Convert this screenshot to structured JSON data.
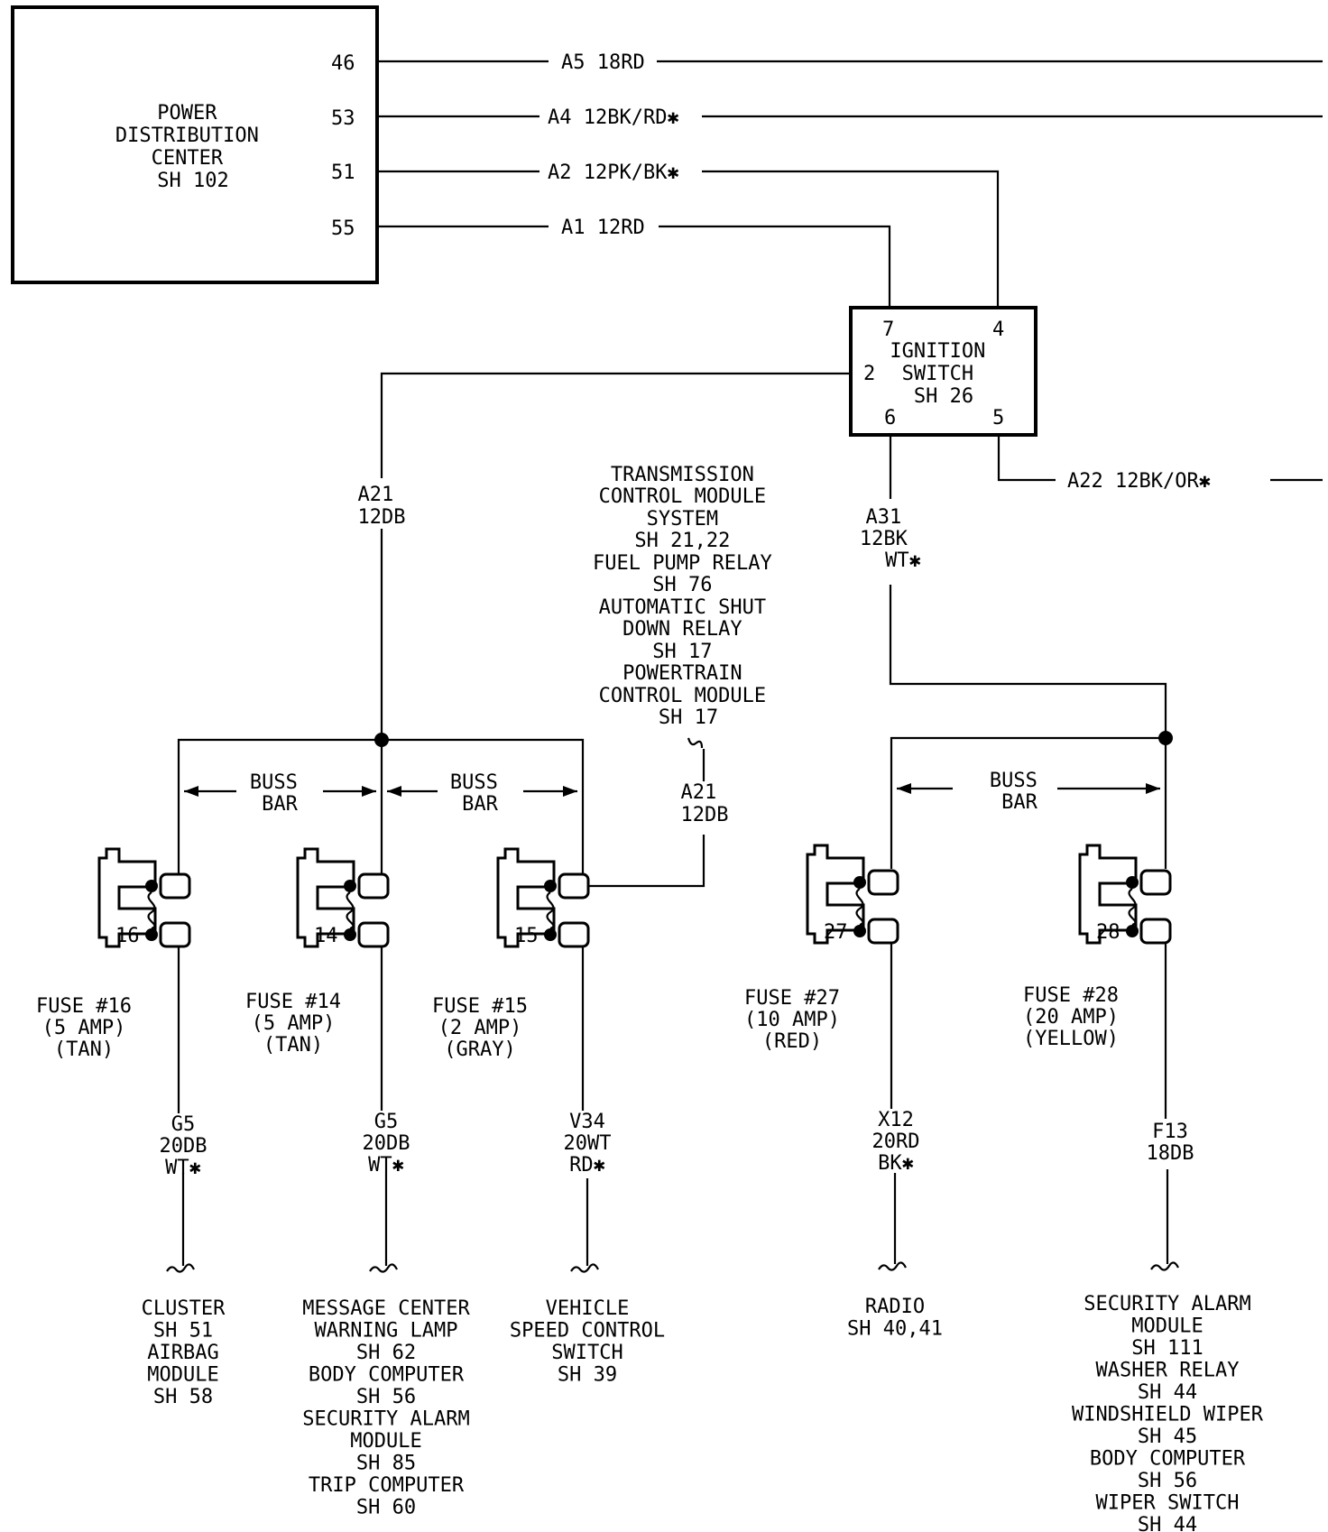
{
  "pdc": {
    "lines": [
      "POWER",
      "DISTRIBUTION",
      "CENTER",
      "SH 102"
    ],
    "pins": [
      "46",
      "53",
      "51",
      "55"
    ]
  },
  "wires": {
    "a5": "A5  18RD",
    "a4": "A4  12BK/RD✱",
    "a2": "A2  12PK/BK✱",
    "a1": "A1  12RD",
    "a22": "A22  12BK/OR✱",
    "a21_left": [
      "A21",
      "12DB"
    ],
    "a31": [
      "A31",
      "12BK",
      "WT✱"
    ],
    "a21_mid": [
      "A21",
      "12DB"
    ]
  },
  "ignition": {
    "lines": [
      "IGNITION",
      "SWITCH",
      "SH 26"
    ],
    "pins": {
      "p7": "7",
      "p4": "4",
      "p2": "2",
      "p6": "6",
      "p5": "5"
    }
  },
  "transmission_note": [
    "TRANSMISSION",
    "CONTROL MODULE",
    "SYSTEM",
    "SH 21,22",
    "FUEL PUMP RELAY",
    "SH 76",
    "AUTOMATIC SHUT",
    "DOWN RELAY",
    "SH 17",
    "POWERTRAIN",
    "CONTROL MODULE",
    "SH 17"
  ],
  "buss_bars": {
    "left1": [
      "BUSS",
      "BAR"
    ],
    "left2": [
      "BUSS",
      "BAR"
    ],
    "right": [
      "BUSS",
      "BAR"
    ]
  },
  "fuses": [
    {
      "num": "16",
      "label": [
        "FUSE #16",
        "(5 AMP)",
        "(TAN)"
      ]
    },
    {
      "num": "14",
      "label": [
        "FUSE #14",
        "(5 AMP)",
        "(TAN)"
      ]
    },
    {
      "num": "15",
      "label": [
        "FUSE #15",
        "(2 AMP)",
        "(GRAY)"
      ]
    },
    {
      "num": "27",
      "label": [
        "FUSE #27",
        "(10 AMP)",
        "(RED)"
      ]
    },
    {
      "num": "28",
      "label": [
        "FUSE #28",
        "(20 AMP)",
        "(YELLOW)"
      ]
    }
  ],
  "outputs": [
    {
      "wire": [
        "G5",
        "20DB",
        "WT✱"
      ],
      "dest": [
        "CLUSTER",
        "SH 51",
        "AIRBAG",
        "MODULE",
        "SH 58"
      ]
    },
    {
      "wire": [
        "G5",
        "20DB",
        "WT✱"
      ],
      "dest": [
        "MESSAGE CENTER",
        "WARNING LAMP",
        "SH 62",
        "BODY COMPUTER",
        "SH 56",
        "SECURITY ALARM",
        "MODULE",
        "SH 85",
        "TRIP COMPUTER",
        "SH 60"
      ]
    },
    {
      "wire": [
        "V34",
        "20WT",
        "RD✱"
      ],
      "dest": [
        "VEHICLE",
        "SPEED CONTROL",
        "SWITCH",
        "SH 39"
      ]
    },
    {
      "wire": [
        "X12",
        "20RD",
        "BK✱"
      ],
      "dest": [
        "RADIO",
        "SH 40,41"
      ]
    },
    {
      "wire": [
        "F13",
        "18DB"
      ],
      "dest": [
        "SECURITY ALARM",
        "MODULE",
        "SH 111",
        "WASHER RELAY",
        "SH 44",
        "WINDSHIELD WIPER",
        "SH 45",
        "BODY COMPUTER",
        "SH 56",
        "WIPER SWITCH",
        "SH 44"
      ]
    }
  ]
}
